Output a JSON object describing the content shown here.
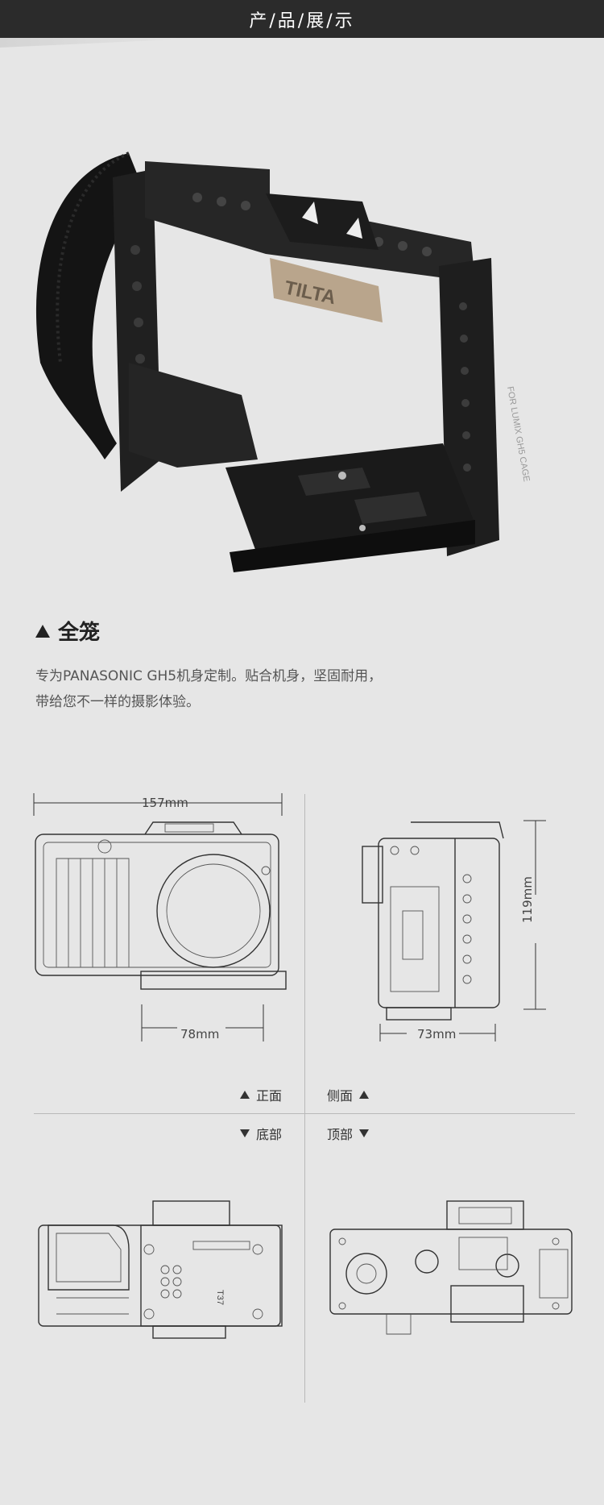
{
  "header": {
    "title": "产/品/展/示"
  },
  "hero": {
    "product_engraving": "FOR LUMIX GH5 CAGE",
    "brand_plate": "TILTA"
  },
  "section": {
    "title": "全笼",
    "description_line1": "专为PANASONIC GH5机身定制。贴合机身，坚固耐用，",
    "description_line2": "带给您不一样的摄影体验。"
  },
  "dimensions": {
    "width": "157mm",
    "front_base": "78mm",
    "side_depth": "73mm",
    "height": "119mm"
  },
  "views": {
    "front": "正面",
    "side": "侧面",
    "bottom": "底部",
    "top": "顶部"
  },
  "diagram_text": {
    "bottom_plate_mark": "T37"
  },
  "colors": {
    "header_bg": "#2b2b2b",
    "page_bg": "#e6e6e6",
    "cage_black": "#1c1c1c",
    "plate_bronze": "#b9a58c"
  }
}
